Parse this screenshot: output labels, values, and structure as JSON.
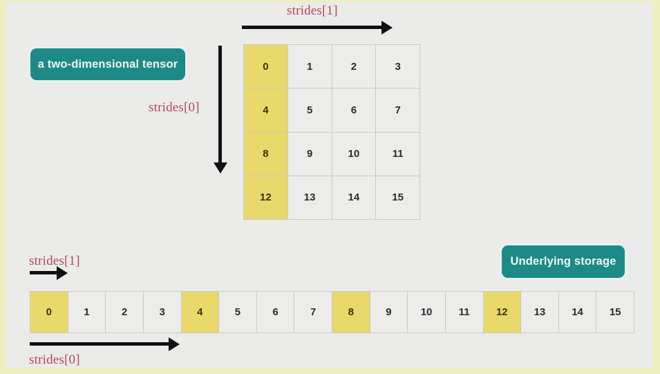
{
  "diagram": {
    "background_color": "#ebebe9",
    "edge_strip_color": "#eeeec0",
    "highlight_color": "#e8d96a",
    "cell_color": "#ececea",
    "pill_color": "#1d8a87",
    "label_color": "#b3445c"
  },
  "labels": {
    "strides1_top": "strides[1]",
    "strides0_left": "strides[0]",
    "strides1_storage": "strides[1]",
    "strides0_storage": "strides[0]"
  },
  "pills": {
    "tensor": "a two-dimensional tensor",
    "storage": "Underlying storage"
  },
  "tensor": {
    "rows": 4,
    "cols": 4,
    "highlight_column": 0,
    "cells": [
      {
        "value": "0",
        "highlighted": true
      },
      {
        "value": "1",
        "highlighted": false
      },
      {
        "value": "2",
        "highlighted": false
      },
      {
        "value": "3",
        "highlighted": false
      },
      {
        "value": "4",
        "highlighted": true
      },
      {
        "value": "5",
        "highlighted": false
      },
      {
        "value": "6",
        "highlighted": false
      },
      {
        "value": "7",
        "highlighted": false
      },
      {
        "value": "8",
        "highlighted": true
      },
      {
        "value": "9",
        "highlighted": false
      },
      {
        "value": "10",
        "highlighted": false
      },
      {
        "value": "11",
        "highlighted": false
      },
      {
        "value": "12",
        "highlighted": true
      },
      {
        "value": "13",
        "highlighted": false
      },
      {
        "value": "14",
        "highlighted": false
      },
      {
        "value": "15",
        "highlighted": false
      }
    ]
  },
  "storage": {
    "length": 16,
    "cells": [
      {
        "value": "0",
        "highlighted": true
      },
      {
        "value": "1",
        "highlighted": false
      },
      {
        "value": "2",
        "highlighted": false
      },
      {
        "value": "3",
        "highlighted": false
      },
      {
        "value": "4",
        "highlighted": true
      },
      {
        "value": "5",
        "highlighted": false
      },
      {
        "value": "6",
        "highlighted": false
      },
      {
        "value": "7",
        "highlighted": false
      },
      {
        "value": "8",
        "highlighted": true
      },
      {
        "value": "9",
        "highlighted": false
      },
      {
        "value": "10",
        "highlighted": false
      },
      {
        "value": "11",
        "highlighted": false
      },
      {
        "value": "12",
        "highlighted": true
      },
      {
        "value": "13",
        "highlighted": false
      },
      {
        "value": "14",
        "highlighted": false
      },
      {
        "value": "15",
        "highlighted": false
      }
    ]
  }
}
